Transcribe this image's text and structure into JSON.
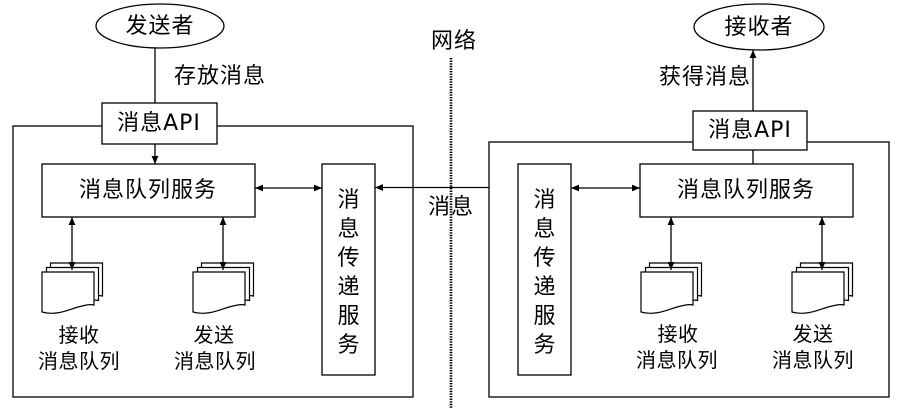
{
  "diagram": {
    "network": {
      "label": "网络",
      "message_label": "消息"
    },
    "sender_side": {
      "actor": "发送者",
      "action": "存放消息",
      "api": "消息API",
      "queue_service": "消息队列服务",
      "transfer_service": "消息传递服务",
      "queues": [
        {
          "line1": "接收",
          "line2": "消息队列",
          "icon": "document-stack-icon"
        },
        {
          "line1": "发送",
          "line2": "消息队列",
          "icon": "document-stack-icon"
        }
      ]
    },
    "receiver_side": {
      "actor": "接收者",
      "action": "获得消息",
      "api": "消息API",
      "queue_service": "消息队列服务",
      "transfer_service": "消息传递服务",
      "queues": [
        {
          "line1": "接收",
          "line2": "消息队列",
          "icon": "document-stack-icon"
        },
        {
          "line1": "发送",
          "line2": "消息队列",
          "icon": "document-stack-icon"
        }
      ]
    }
  },
  "colors": {
    "stroke": "#000000",
    "background": "#ffffff",
    "text": "#000000"
  }
}
